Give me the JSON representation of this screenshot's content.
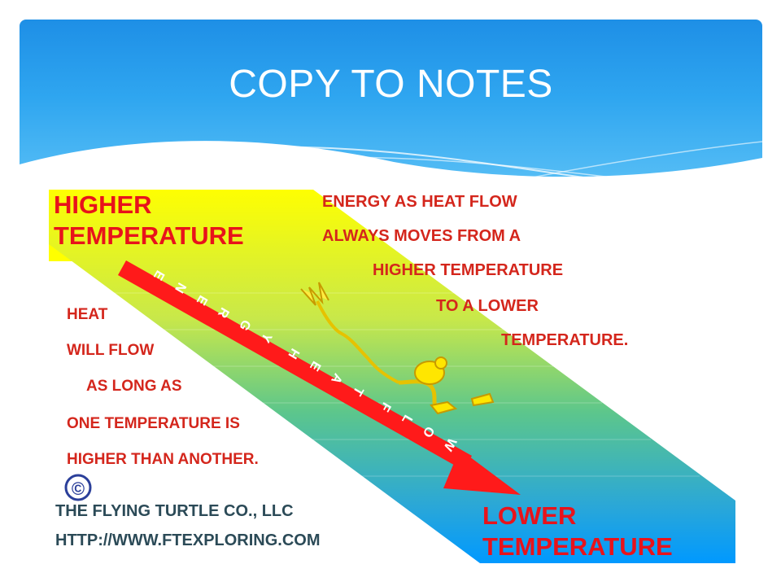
{
  "slide": {
    "title": "COPY TO NOTES"
  },
  "diagram": {
    "higher_label_line1": "HIGHER",
    "higher_label_line2": "TEMPERATURE",
    "lower_label_line1": "LOWER",
    "lower_label_line2": "TEMPERATURE",
    "arrow_label": "ENERGY HEAT FLOW",
    "arrow_letters": [
      "E",
      "N",
      "E",
      "R",
      "G",
      "Y",
      "H",
      "E",
      "A",
      "T",
      "F",
      "L",
      "O",
      "W"
    ],
    "right_text": [
      "ENERGY AS HEAT FLOW",
      "ALWAYS MOVES FROM A",
      "HIGHER TEMPERATURE",
      "TO A LOWER",
      "TEMPERATURE."
    ],
    "left_text": [
      "HEAT",
      "WILL FLOW",
      "AS LONG AS",
      "ONE TEMPERATURE IS",
      "HIGHER THAN ANOTHER."
    ],
    "copyright_symbol": "©",
    "company": "THE FLYING TURTLE CO., LLC",
    "website": "HTTP://WWW.FTEXPLORING.COM",
    "colors": {
      "hot": "#ffff00",
      "mid": "#66cc66",
      "cold": "#0099ff",
      "arrow": "#ff1a1a",
      "label_red": "#e8131b",
      "body_text": "#d4261c",
      "company_text": "#2b4a57"
    }
  }
}
